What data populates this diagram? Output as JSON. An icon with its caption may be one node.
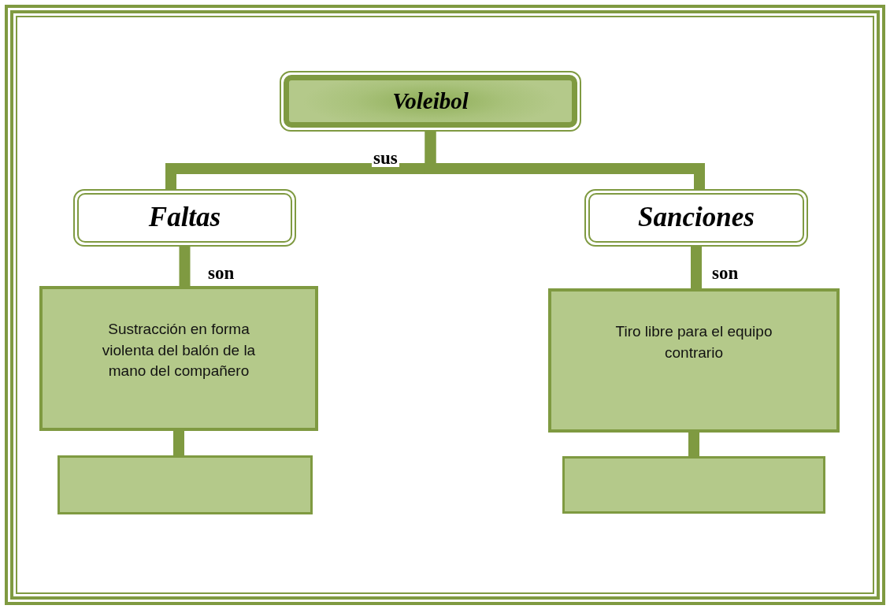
{
  "diagram": {
    "nodes": [
      {
        "text": [
          "Voleibol"
        ]
      },
      {
        "text": [
          "Faltas"
        ]
      },
      {
        "text": [
          "Sanciones"
        ]
      },
      {
        "text": [
          "Sustracción en forma violenta del balón de la mano del compañero"
        ]
      },
      {
        "text": [
          "Tiro libre para el equipo contrario"
        ]
      },
      {
        "text": [],
        "shape": "box"
      },
      {
        "text": [],
        "shape": "box"
      }
    ],
    "edges": [
      {
        "from": 0,
        "to": 1,
        "arrow": "none",
        "label": "sus"
      },
      {
        "from": 0,
        "to": 2,
        "arrow": "none"
      },
      {
        "from": 1,
        "to": 3,
        "arrow": "none",
        "label": "son"
      },
      {
        "from": 2,
        "to": 4,
        "arrow": "none",
        "label": "son"
      },
      {
        "from": 3,
        "to": 5,
        "arrow": "none"
      },
      {
        "from": 4,
        "to": 6,
        "arrow": "none"
      }
    ]
  }
}
